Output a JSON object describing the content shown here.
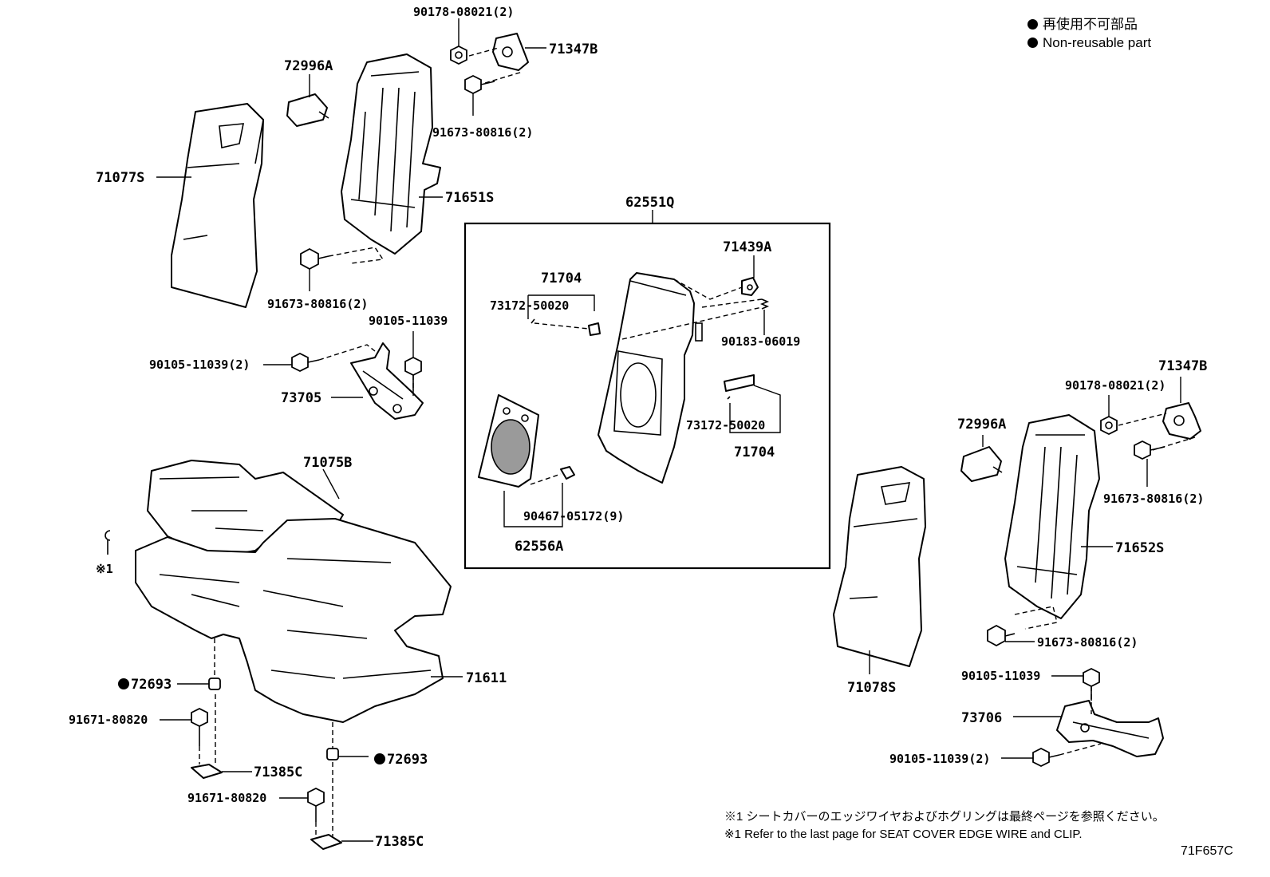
{
  "legend": {
    "jp": "再使用不可部品",
    "en": "Non-reusable part"
  },
  "parts": {
    "p90178_top": "90178-08021(2)",
    "p71347B_top": "71347B",
    "p72996A_left": "72996A",
    "p91673_top": "91673-80816(2)",
    "p71077S": "71077S",
    "p71651S": "71651S",
    "p91673_mid": "91673-80816(2)",
    "p62551Q": "62551Q",
    "p71439A": "71439A",
    "p71704_a": "71704",
    "p73172_a": "73172-50020",
    "p90183": "90183-06019",
    "p90105_a": "90105-11039",
    "p90105_b": "90105-11039(2)",
    "p73705": "73705",
    "p73172_b": "73172-50020",
    "p71704_b": "71704",
    "p71075B": "71075B",
    "p90467": "90467-05172(9)",
    "p62556A": "62556A",
    "p71347B_right": "71347B",
    "p90178_right": "90178-08021(2)",
    "p72996A_right": "72996A",
    "p91673_right": "91673-80816(2)",
    "p71652S": "71652S",
    "p91673_bottom": "91673-80816(2)",
    "p90105_c": "90105-11039",
    "p73706": "73706",
    "p90105_d": "90105-11039(2)",
    "p71078S": "71078S",
    "p71611": "71611",
    "p72693_a": "72693",
    "p91671_a": "91671-80820",
    "p71385C_a": "71385C",
    "p72693_b": "72693",
    "p91671_b": "91671-80820",
    "p71385C_b": "71385C",
    "clip_ref": "※1"
  },
  "notes": {
    "jp": "※1 シートカバーのエッジワイヤおよびホグリングは最終ページを参照ください。",
    "en": "※1 Refer to the last page for SEAT COVER EDGE WIRE and CLIP."
  },
  "figure_no": "71F657C"
}
